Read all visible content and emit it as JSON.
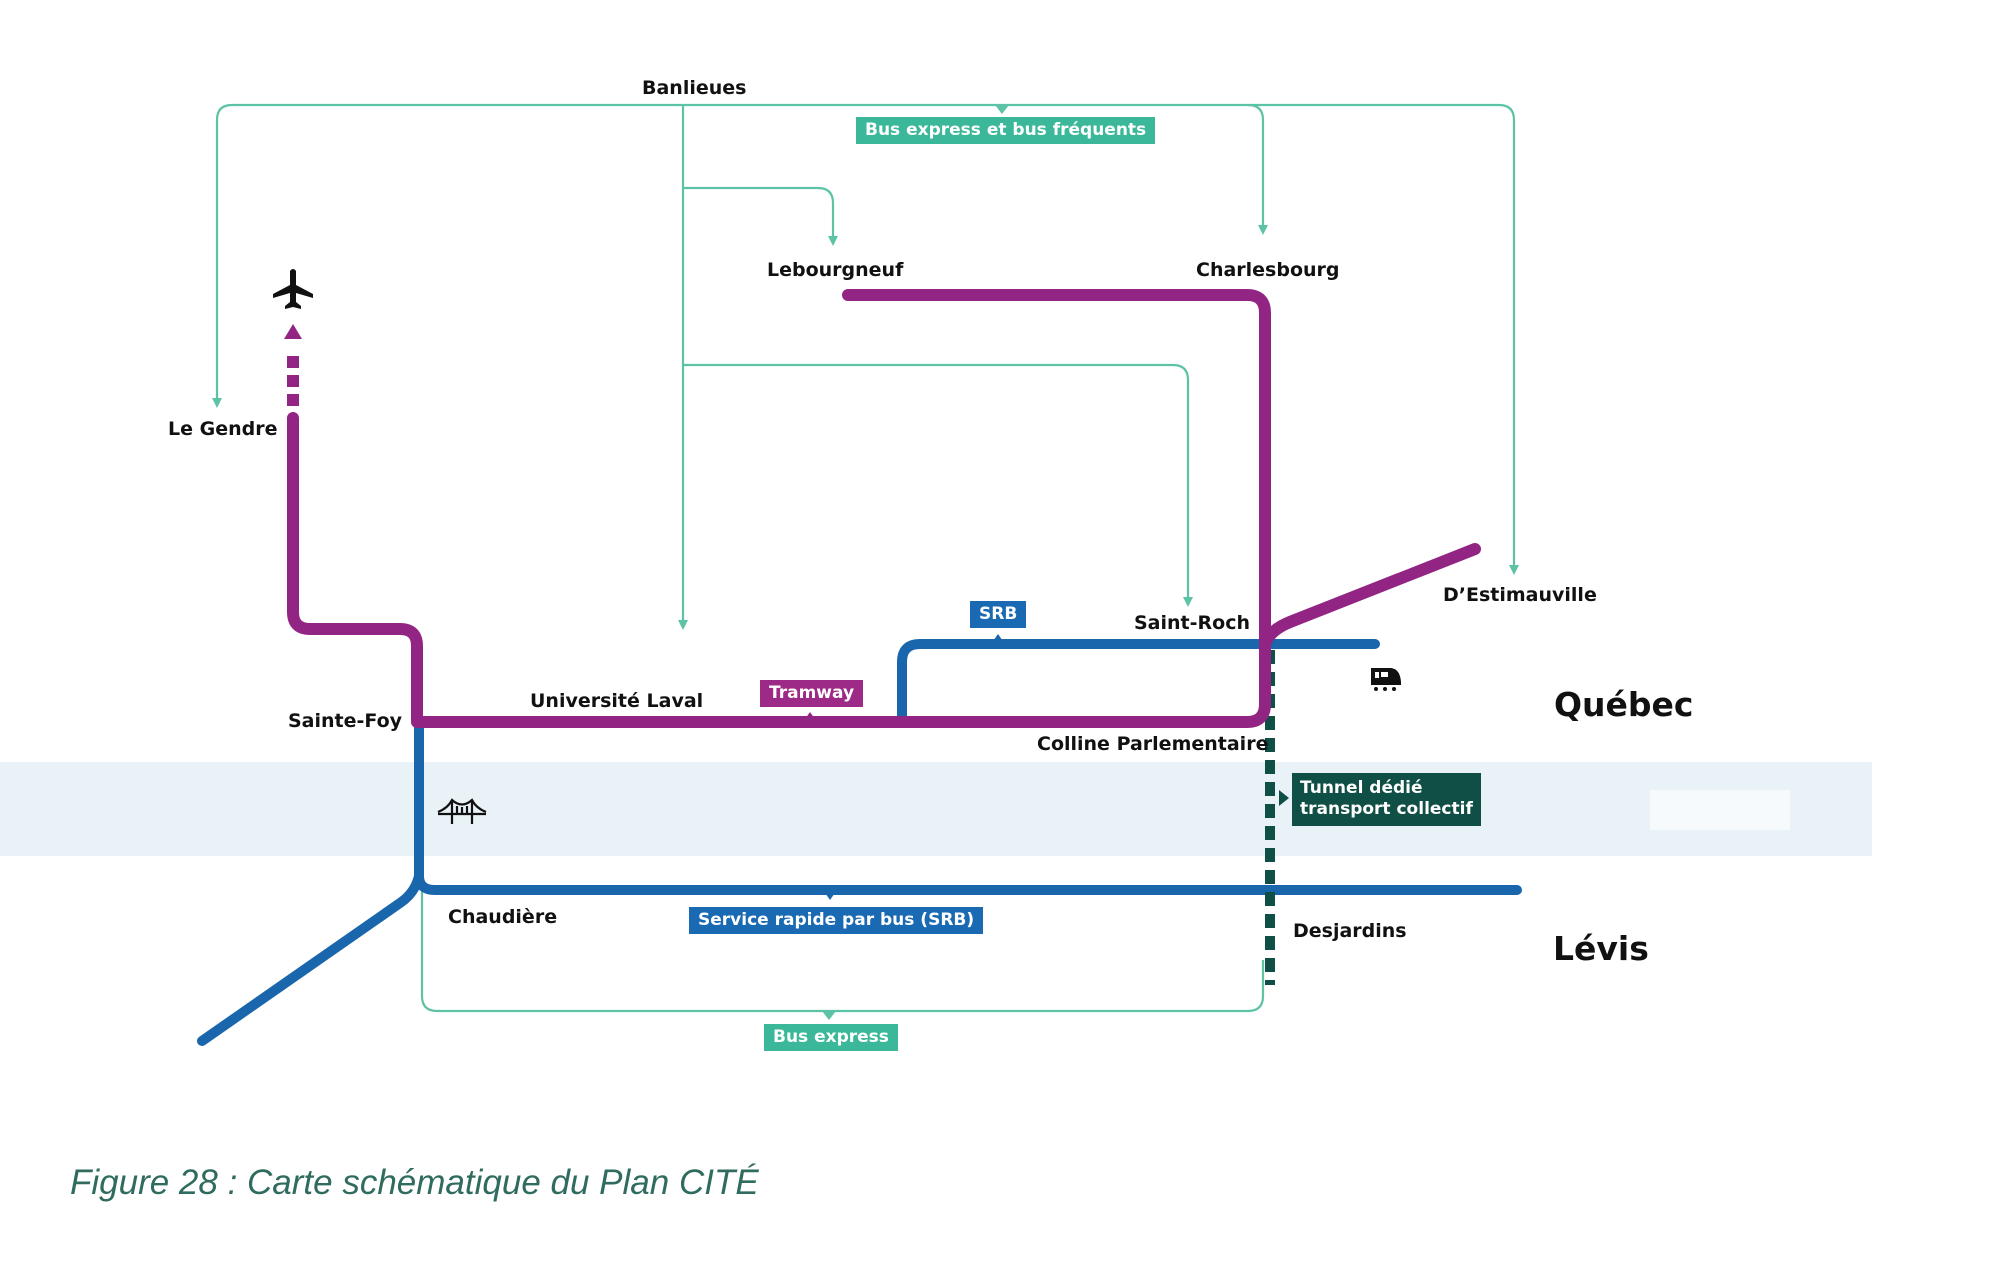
{
  "colors": {
    "tramway": "#922584",
    "srb": "#1a66ad",
    "bus": "#5cc3a6",
    "tunnel": "#0f4f45",
    "river": "#e8f1f6",
    "caption": "#2f6b5f"
  },
  "stations": {
    "banlieues": "Banlieues",
    "lebourgneuf": "Lebourgneuf",
    "charlesbourg": "Charlesbourg",
    "le_gendre": "Le Gendre",
    "d_estimauville": "D’Estimauville",
    "saint_roch": "Saint-Roch",
    "universite_laval": "Université Laval",
    "sainte_foy": "Sainte-Foy",
    "colline_parlementaire": "Colline Parlementaire",
    "chaudiere": "Chaudière",
    "desjardins": "Desjardins"
  },
  "cities": {
    "quebec": "Québec",
    "levis": "Lévis"
  },
  "badges": {
    "bus_express_frequents": "Bus express et bus fréquents",
    "tramway": "Tramway",
    "srb": "SRB",
    "srb_full": "Service rapide par bus (SRB)",
    "bus_express": "Bus express",
    "tunnel_line1": "Tunnel dédié",
    "tunnel_line2": "transport collectif"
  },
  "icons": {
    "airport": "airplane-icon",
    "bridge": "bridge-icon",
    "train": "train-icon"
  },
  "caption": "Figure 28 : Carte schématique du Plan CITÉ"
}
